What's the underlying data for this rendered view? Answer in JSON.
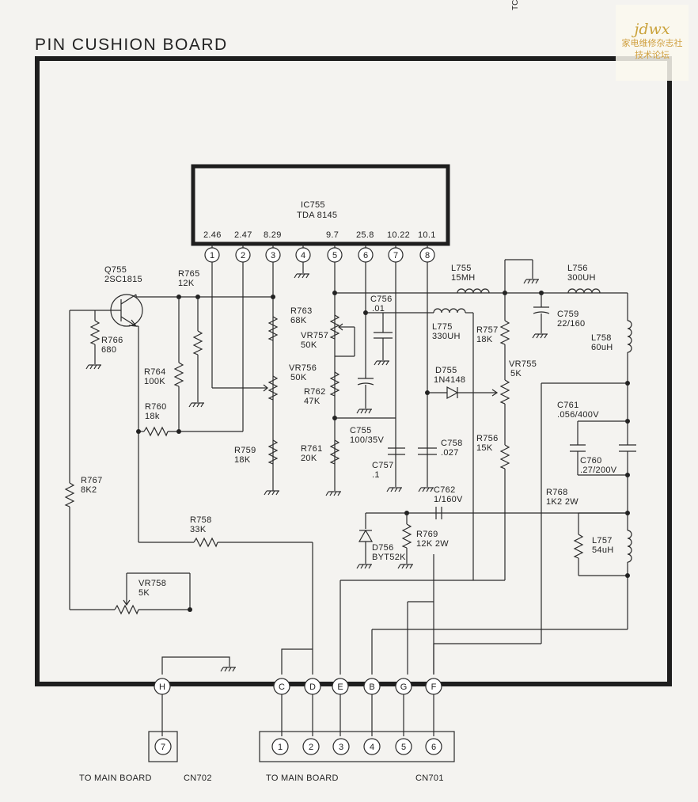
{
  "title": "PIN CUSHION BOARD",
  "corner_mark": "TC",
  "watermark": {
    "logo": "jdwx",
    "line1": "家电维修杂志社",
    "line2": "技术论坛"
  },
  "ic": {
    "ref": "IC755",
    "part": "TDA 8145",
    "voltages": [
      "2.46",
      "2.47",
      "8.29",
      "",
      "9.7",
      "25.8",
      "10.22",
      "10.1"
    ],
    "pins": [
      "1",
      "2",
      "3",
      "4",
      "5",
      "6",
      "7",
      "8"
    ]
  },
  "transistor": {
    "ref": "Q755",
    "part": "2SC1815"
  },
  "components": {
    "r765": [
      "R765",
      "12K"
    ],
    "r766": [
      "R766",
      "680"
    ],
    "r764": [
      "R764",
      "100K"
    ],
    "r760": [
      "R760",
      "18k"
    ],
    "r767": [
      "R767",
      "8K2"
    ],
    "r758": [
      "R758",
      "33K"
    ],
    "vr758": [
      "VR758",
      "5K"
    ],
    "r759": [
      "R759",
      "18K"
    ],
    "r763": [
      "R763",
      "68K"
    ],
    "vr757": [
      "VR757",
      "50K"
    ],
    "vr756": [
      "VR756",
      "50K"
    ],
    "r762": [
      "R762",
      "47K"
    ],
    "r761": [
      "R761",
      "20K"
    ],
    "c756": [
      "C756",
      ".01"
    ],
    "c755": [
      "C755",
      "100/35V"
    ],
    "c757": [
      "C757",
      ".1"
    ],
    "l775": [
      "L775",
      "330UH"
    ],
    "d755": [
      "D755",
      "1N4148"
    ],
    "c758": [
      "C758",
      ".027"
    ],
    "c762": [
      "C762",
      "1/160V"
    ],
    "d756": [
      "D756",
      "BYT52K"
    ],
    "r769": [
      "R769",
      "12K  2W"
    ],
    "l755": [
      "L755",
      "15MH"
    ],
    "r757": [
      "R757",
      "18K"
    ],
    "vr755": [
      "VR755",
      "5K"
    ],
    "r756": [
      "R756",
      "15K"
    ],
    "l756": [
      "L756",
      "300UH"
    ],
    "c759": [
      "C759",
      "22/160"
    ],
    "l758": [
      "L758",
      "60uH"
    ],
    "c761": [
      "C761",
      ".056/400V"
    ],
    "c760": [
      "C760",
      ".27/200V"
    ],
    "r768": [
      "R768",
      "1K2  2W"
    ],
    "l757": [
      "L757",
      "54uH"
    ]
  },
  "board_terminals": [
    "H",
    "C",
    "D",
    "E",
    "B",
    "G",
    "F"
  ],
  "cn702": {
    "pin": "7",
    "to": "TO  MAIN  BOARD",
    "ref": "CN702"
  },
  "cn701": {
    "pins": [
      "1",
      "2",
      "3",
      "4",
      "5",
      "6"
    ],
    "to": "TO  MAIN  BOARD",
    "ref": "CN701"
  }
}
